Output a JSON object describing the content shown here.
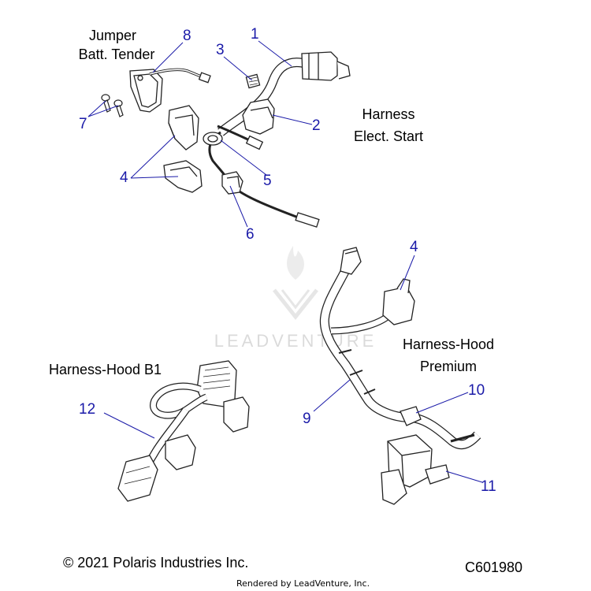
{
  "labels": {
    "jumper_line1": "Jumper",
    "jumper_line2": "Batt. Tender",
    "harness_es_line1": "Harness",
    "harness_es_line2": "Elect. Start",
    "hood_premium_line1": "Harness-Hood",
    "hood_premium_line2": "Premium",
    "hood_b1": "Harness-Hood B1"
  },
  "callouts": {
    "c1": "1",
    "c2": "2",
    "c3": "3",
    "c4a": "4",
    "c4b": "4",
    "c5": "5",
    "c6": "6",
    "c7": "7",
    "c8": "8",
    "c9": "9",
    "c10": "10",
    "c11": "11",
    "c12": "12"
  },
  "footer": {
    "copyright": "© 2021 Polaris Industries Inc.",
    "code": "C601980",
    "rendered_by": "Rendered by LeadVenture, Inc."
  },
  "watermark": {
    "text": "LEADVENTURE"
  },
  "colors": {
    "callout": "#1a1aa8",
    "leader": "#1a1aa8",
    "line_art": "#222222"
  }
}
